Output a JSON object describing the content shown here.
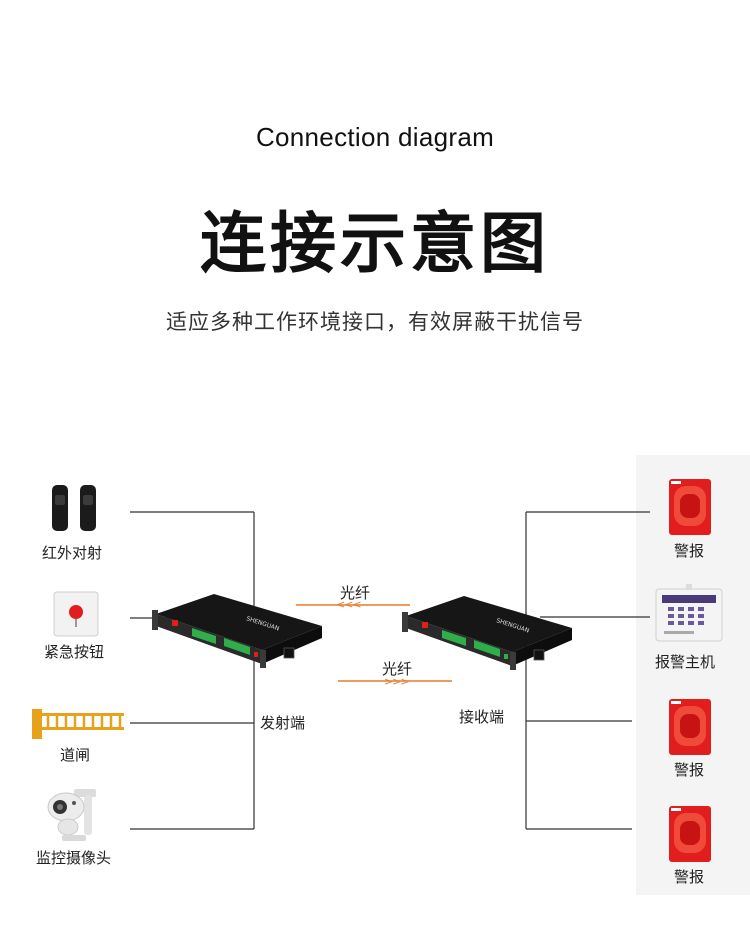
{
  "header": {
    "title_en": "Connection diagram",
    "title_cn": "连接示意图",
    "subtitle": "适应多种工作环境接口，有效屏蔽干扰信号"
  },
  "left_devices": [
    {
      "label": "红外对射",
      "icon": "infrared-beam-sensor-icon"
    },
    {
      "label": "紧急按钮",
      "icon": "emergency-button-icon"
    },
    {
      "label": "道闸",
      "icon": "barrier-gate-icon"
    },
    {
      "label": "监控摄像头",
      "icon": "surveillance-camera-icon"
    }
  ],
  "right_devices": [
    {
      "label": "警报",
      "icon": "alarm-siren-icon"
    },
    {
      "label": "报警主机",
      "icon": "alarm-host-panel-icon"
    },
    {
      "label": "警报",
      "icon": "alarm-siren-icon"
    },
    {
      "label": "警报",
      "icon": "alarm-siren-icon"
    }
  ],
  "transmitter": {
    "label": "发射端",
    "brand": "SHENGUAN"
  },
  "receiver": {
    "label": "接收端",
    "brand": "SHENGUAN"
  },
  "fiber_top": {
    "label": "光纤",
    "arrows": "<<<"
  },
  "fiber_bottom": {
    "label": "光纤",
    "arrows": ">>>"
  },
  "colors": {
    "fiber_line": "#e87b2b",
    "connector_line": "#333333",
    "siren_red": "#e21d1d",
    "terminal_green": "#2fae4a"
  }
}
